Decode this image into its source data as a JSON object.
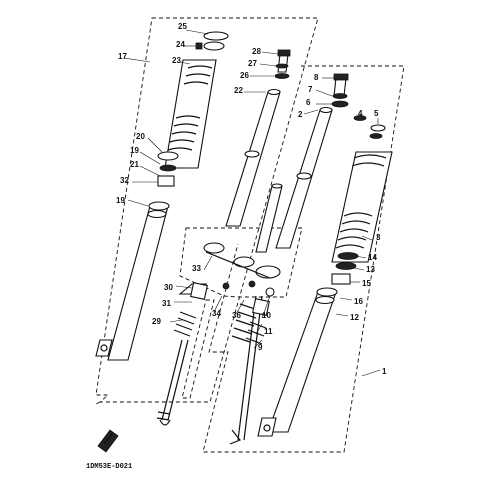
{
  "diagram": {
    "parts": [
      {
        "id": "p1",
        "label": "1"
      },
      {
        "id": "p2",
        "label": "2"
      },
      {
        "id": "p3",
        "label": "3"
      },
      {
        "id": "p4",
        "label": "4"
      },
      {
        "id": "p5",
        "label": "5"
      },
      {
        "id": "p6",
        "label": "6"
      },
      {
        "id": "p7",
        "label": "7"
      },
      {
        "id": "p8",
        "label": "8"
      },
      {
        "id": "p9",
        "label": "9"
      },
      {
        "id": "p10",
        "label": "10"
      },
      {
        "id": "p11",
        "label": "11"
      },
      {
        "id": "p12",
        "label": "12"
      },
      {
        "id": "p13",
        "label": "13"
      },
      {
        "id": "p14",
        "label": "14"
      },
      {
        "id": "p15",
        "label": "15"
      },
      {
        "id": "p16",
        "label": "16"
      },
      {
        "id": "p17",
        "label": "17"
      },
      {
        "id": "p19",
        "label": "19"
      },
      {
        "id": "p20",
        "label": "20"
      },
      {
        "id": "p21",
        "label": "21"
      },
      {
        "id": "p22",
        "label": "22"
      },
      {
        "id": "p23",
        "label": "23"
      },
      {
        "id": "p24",
        "label": "24"
      },
      {
        "id": "p25",
        "label": "25"
      },
      {
        "id": "p26",
        "label": "26"
      },
      {
        "id": "p27",
        "label": "27"
      },
      {
        "id": "p28",
        "label": "28"
      },
      {
        "id": "p29",
        "label": "29"
      },
      {
        "id": "p30",
        "label": "30"
      },
      {
        "id": "p31",
        "label": "31"
      },
      {
        "id": "p32",
        "label": "32"
      },
      {
        "id": "p33",
        "label": "33"
      },
      {
        "id": "p34",
        "label": "34"
      },
      {
        "id": "p36",
        "label": "36"
      },
      {
        "id": "p19b",
        "label": "19"
      },
      {
        "id": "p19c",
        "label": "19"
      }
    ],
    "figure_code": "1DM53E-D021"
  }
}
